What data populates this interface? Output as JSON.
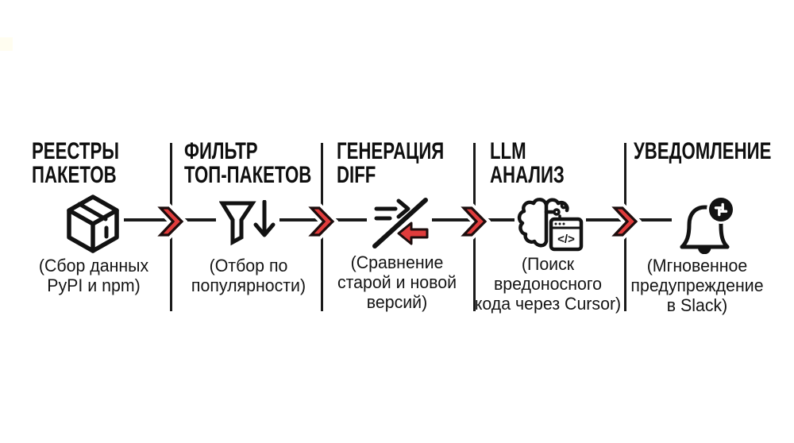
{
  "diagram": {
    "type": "pipeline-flow",
    "language": "ru",
    "colors": {
      "background": "#ffffff",
      "text": "#0f0f0f",
      "line": "#1a1a1a",
      "arrow_fill": "#e03c3c",
      "arrow_outline": "#1c0d0d",
      "badge_fill": "#111111"
    },
    "stages": [
      {
        "title_line1": "РЕЕСТРЫ",
        "title_line2": "ПАКЕТОВ",
        "icon": "package-box",
        "caption_line1": "(Сбор данных",
        "caption_line2": "PyPI и npm)",
        "caption_line3": ""
      },
      {
        "title_line1": "ФИЛЬТР",
        "title_line2": "ТОП-ПАКЕТОВ",
        "icon": "filter-funnel-down",
        "caption_line1": "(Отбор по",
        "caption_line2": "популярности)",
        "caption_line3": ""
      },
      {
        "title_line1": "ГЕНЕРАЦИЯ",
        "title_line2": "DIFF",
        "icon": "diff-compare-arrows",
        "caption_line1": "(Сравнение",
        "caption_line2": "старой и новой",
        "caption_line3": "версий)"
      },
      {
        "title_line1": "LLM",
        "title_line2": "АНАЛИЗ",
        "icon": "brain-code-window",
        "icon_glyph": "</>",
        "caption_line1": "(Поиск",
        "caption_line2": "вредоносного",
        "caption_line3": "кода через Cursor)"
      },
      {
        "title_line1": "УВЕДОМЛЕНИЕ",
        "title_line2": "",
        "icon": "bell-slack-badge",
        "caption_line1": "(Мгновенное",
        "caption_line2": "предупреждение",
        "caption_line3": "в Slack)"
      }
    ]
  }
}
